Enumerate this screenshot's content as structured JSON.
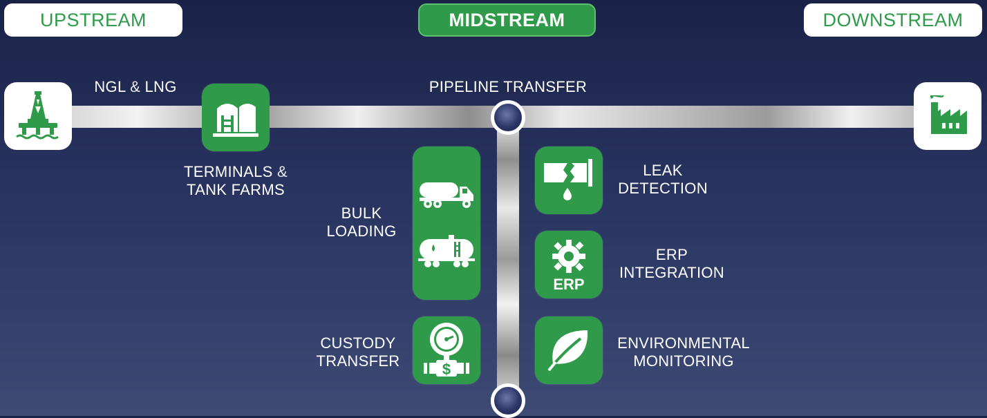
{
  "stages": {
    "upstream": "UPSTREAM",
    "midstream": "MIDSTREAM",
    "downstream": "DOWNSTREAM"
  },
  "labels": {
    "ngl_a": "NGL",
    "ngl_amp": "&",
    "ngl_b": "LNG",
    "pipeline": "PIPELINE TRANSFER",
    "terminals_1a": "TERMINALS",
    "terminals_amp": "&",
    "terminals_2": "TANK FARMS",
    "bulk_1": "BULK",
    "bulk_2": "LOADING",
    "custody_1": "CUSTODY",
    "custody_2": "TRANSFER",
    "leak_1": "LEAK",
    "leak_2": "DETECTION",
    "erp_1": "ERP",
    "erp_2": "INTEGRATION",
    "env_1": "ENVIRONMENTAL",
    "env_2": "MONITORING"
  },
  "icon_text": {
    "erp": "ERP",
    "dollar": "$"
  },
  "icons": {
    "upstream": "oil-rig-icon",
    "downstream": "factory-icon",
    "terminals": "storage-tanks-icon",
    "bulk_truck": "tanker-truck-icon",
    "bulk_rail": "tanker-railcar-icon",
    "custody": "meter-dollar-icon",
    "leak": "broken-pipe-icon",
    "erp": "erp-gear-icon",
    "environment": "leaf-icon"
  },
  "colors": {
    "accent_green": "#2e9a4a",
    "background_top": "#1a2247",
    "background_bottom": "#3d4a74",
    "white": "#ffffff"
  }
}
